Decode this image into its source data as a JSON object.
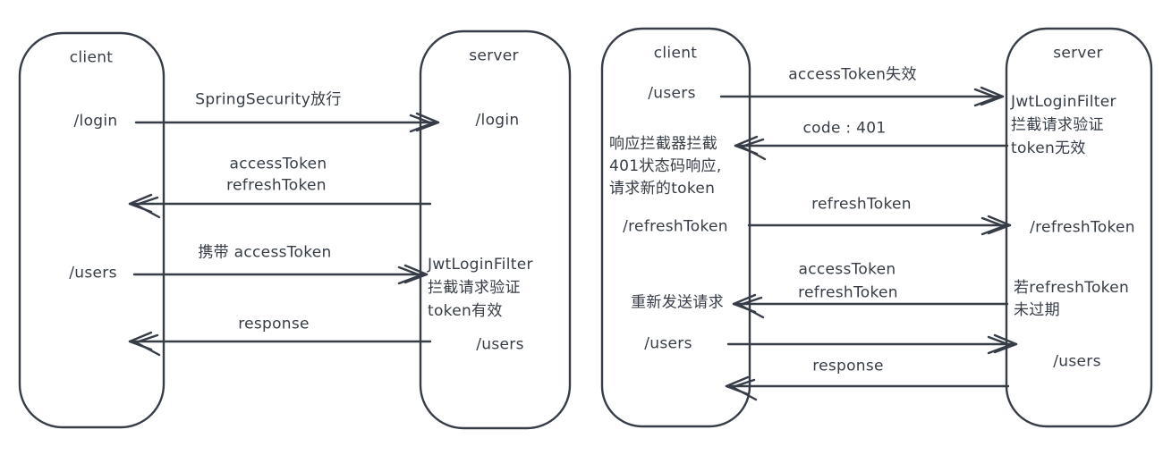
{
  "colors": {
    "ink": "#363d47",
    "background": "#ffffff"
  },
  "left": {
    "client": {
      "title": "client",
      "login": "/login",
      "users": "/users"
    },
    "server": {
      "title": "server",
      "login": "/login",
      "users": "/users",
      "note": {
        "line1": "JwtLoginFilter",
        "line2": "拦截请求验证",
        "line3": "token有效"
      }
    },
    "messages": {
      "login_request": {
        "label": "SpringSecurity放行",
        "direction": "client-to-server"
      },
      "token_response": {
        "line1": "accessToken",
        "line2": "refreshToken",
        "direction": "server-to-client"
      },
      "users_request": {
        "label": "携带 accessToken",
        "direction": "client-to-server"
      },
      "users_response": {
        "label": "response",
        "direction": "server-to-client"
      }
    }
  },
  "right": {
    "client": {
      "title": "client",
      "users_top": "/users",
      "refresh": "/refreshToken",
      "resend": "重新发送请求",
      "users_bottom": "/users",
      "note": {
        "line1": "响应拦截器拦截",
        "line2": "401状态码响应,",
        "line3": "请求新的token"
      }
    },
    "server": {
      "title": "server",
      "refresh": "/refreshToken",
      "users": "/users",
      "note_invalid": {
        "line1": "JwtLoginFilter",
        "line2": "拦截请求验证",
        "line3": "token无效"
      },
      "note_valid": {
        "line1": "若refreshToken",
        "line2": "未过期"
      }
    },
    "messages": {
      "expired_request": {
        "label": "accessToken失效",
        "direction": "client-to-server"
      },
      "code401_response": {
        "label": "code : 401",
        "direction": "server-to-client"
      },
      "refresh_request": {
        "label": "refreshToken",
        "direction": "client-to-server"
      },
      "refresh_response": {
        "line1": "accessToken",
        "line2": "refreshToken",
        "direction": "server-to-client"
      },
      "retry_request": {
        "direction": "client-to-server"
      },
      "retry_response": {
        "label": "response",
        "direction": "server-to-client"
      }
    }
  }
}
